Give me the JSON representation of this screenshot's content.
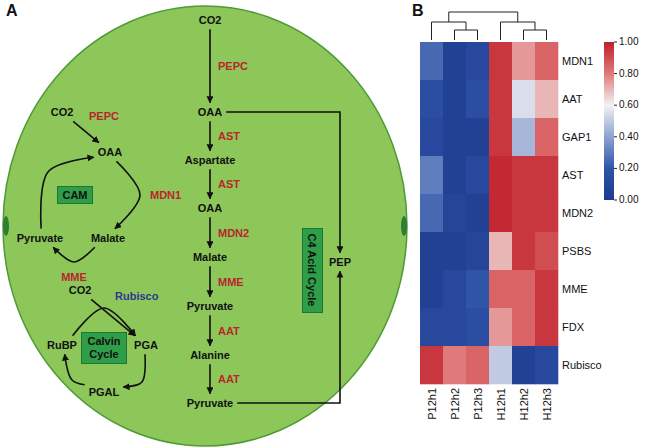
{
  "diagram": {
    "nodes": [
      {
        "text": [
          "CO2"
        ]
      },
      {
        "text": [
          "OAA"
        ]
      },
      {
        "text": [
          "Aspartate"
        ]
      },
      {
        "text": [
          "OAA"
        ]
      },
      {
        "text": [
          "Malate"
        ]
      },
      {
        "text": [
          "Pyruvate"
        ]
      },
      {
        "text": [
          "Alanine"
        ]
      },
      {
        "text": [
          "Pyruvate"
        ]
      },
      {
        "text": [
          "PEP"
        ]
      },
      {
        "text": [
          "C4 Acid Cycle"
        ]
      },
      {
        "text": [
          "CO2"
        ]
      },
      {
        "text": [
          "OAA"
        ]
      },
      {
        "text": [
          "CAM"
        ]
      },
      {
        "text": [
          "Pyruvate"
        ]
      },
      {
        "text": [
          "Malate"
        ]
      },
      {
        "text": [
          "CO2"
        ]
      },
      {
        "text": [
          "RuBP"
        ]
      },
      {
        "text": [
          "Calvin Cycle"
        ]
      },
      {
        "text": [
          "PGA"
        ]
      },
      {
        "text": [
          "PGAL"
        ]
      }
    ],
    "edges": [
      {
        "from": 0,
        "to": 1,
        "label": "PEPC",
        "arrow": "to"
      },
      {
        "from": 1,
        "to": 2,
        "label": "AST",
        "arrow": "to"
      },
      {
        "from": 2,
        "to": 3,
        "label": "AST",
        "arrow": "to"
      },
      {
        "from": 3,
        "to": 4,
        "label": "MDN2",
        "arrow": "to"
      },
      {
        "from": 4,
        "to": 5,
        "label": "MME",
        "arrow": "to"
      },
      {
        "from": 5,
        "to": 6,
        "label": "AAT",
        "arrow": "to"
      },
      {
        "from": 6,
        "to": 7,
        "label": "AAT",
        "arrow": "to"
      },
      {
        "from": 1,
        "to": 8,
        "arrow": "to"
      },
      {
        "from": 7,
        "to": 8,
        "arrow": "to"
      },
      {
        "from": 10,
        "to": 11,
        "label": "PEPC",
        "arrow": "to"
      },
      {
        "from": 11,
        "to": 14,
        "label": "MDN1",
        "arrow": "to"
      },
      {
        "from": 14,
        "to": 13,
        "label": "MME",
        "arrow": "to"
      },
      {
        "from": 13,
        "to": 11,
        "arrow": "to"
      },
      {
        "from": 15,
        "to": 18,
        "arrow": "to"
      },
      {
        "from": 16,
        "to": 18,
        "label": "Rubisco",
        "arrow": "to"
      },
      {
        "from": 18,
        "to": 19,
        "arrow": "to"
      },
      {
        "from": 19,
        "to": 16,
        "arrow": "to"
      }
    ],
    "labels": [
      "A",
      "B",
      "MDN1",
      "AAT",
      "GAP1",
      "AST",
      "MDN2",
      "PSBS",
      "MME",
      "FDX",
      "Rubisco",
      "P12h1",
      "P12h2",
      "P12h3",
      "H12h1",
      "H12h2",
      "H12h3",
      "1.00",
      "0.80",
      "0.60",
      "0.40",
      "0.20",
      "0.00"
    ]
  }
}
